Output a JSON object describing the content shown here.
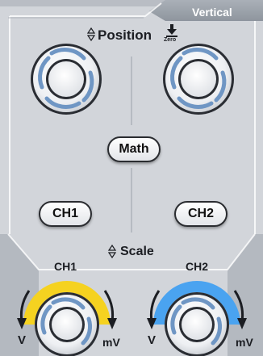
{
  "section": {
    "title": "Vertical"
  },
  "position": {
    "label": "Position",
    "zero_label": "Zero"
  },
  "buttons": {
    "math": "Math",
    "ch1": "CH1",
    "ch2": "CH2"
  },
  "scale": {
    "label": "Scale",
    "ch1": {
      "label": "CH1",
      "left_unit": "V",
      "right_unit": "mV",
      "color": "#f5d220"
    },
    "ch2": {
      "label": "CH2",
      "left_unit": "V",
      "right_unit": "mV",
      "color": "#4aa3f0"
    }
  }
}
